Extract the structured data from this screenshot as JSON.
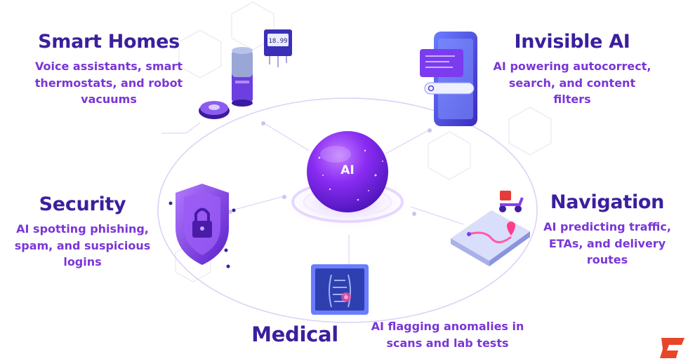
{
  "center": {
    "label": "AI"
  },
  "smart_homes": {
    "title": "Smart Homes",
    "desc": "Voice assistants, smart thermostats, and robot vacuums"
  },
  "invisible_ai": {
    "title": "Invisible AI",
    "desc": "AI powering autocorrect, search, and content filters"
  },
  "security": {
    "title": "Security",
    "desc": "AI spotting phishing, spam, and suspicious logins"
  },
  "navigation": {
    "title": "Navigation",
    "desc": "AI predicting traffic, ETAs, and delivery routes"
  },
  "medical": {
    "title": "Medical",
    "desc": "AI flagging anomalies in scans and lab tests"
  },
  "thermostat": {
    "display": "18.99"
  },
  "colors": {
    "title": "#3b1f9e",
    "desc": "#7a36d8",
    "accent": "#8b3cf0",
    "logo": "#e8462a"
  }
}
